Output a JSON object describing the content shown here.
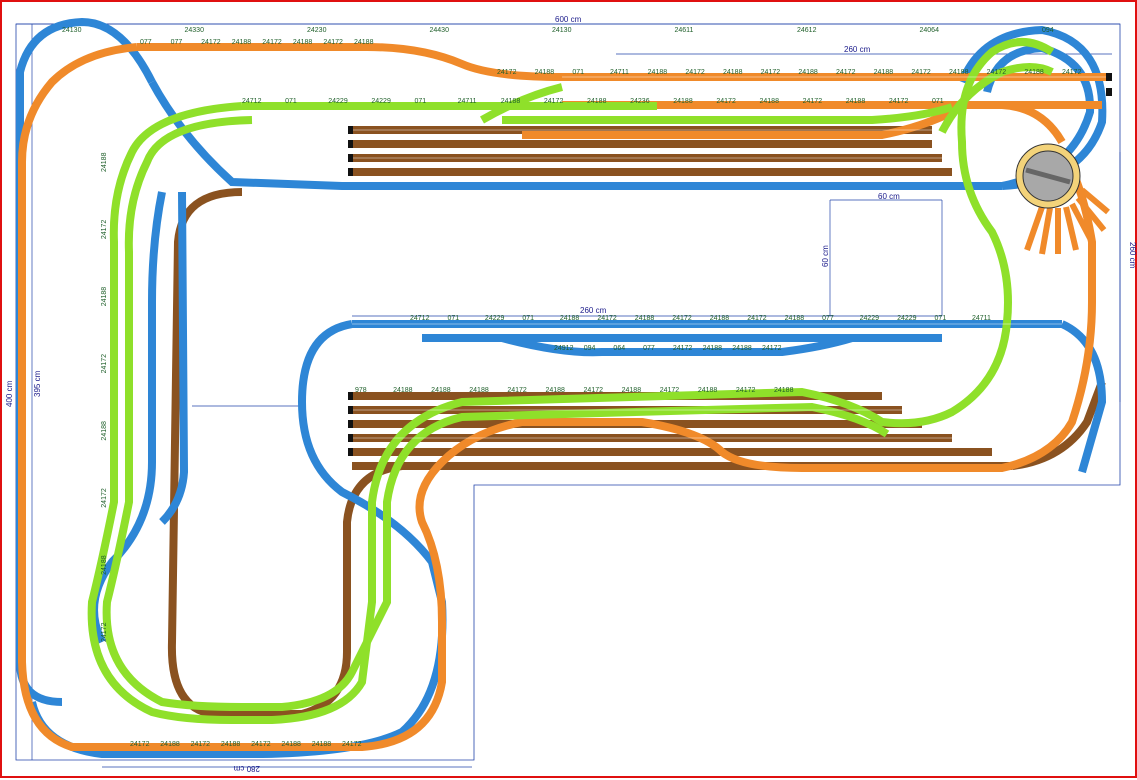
{
  "layout": {
    "dimensions": {
      "width_top": "600 cm",
      "upper_yard": "260 cm",
      "middle_yard": "260 cm",
      "right_depth": "260 cm",
      "left_height": "400 cm",
      "left_inner": "395 cm",
      "bottom_width": "280 cm",
      "notch_width": "60 cm",
      "notch_height": "60 cm"
    },
    "colors": {
      "blue_track": "#2e86d6",
      "orange_track": "#f08a2a",
      "green_track": "#8fe02a",
      "brown_track": "#8a5220",
      "frame": "#e01010",
      "dimension": "#1a1a8a",
      "label": "#1f5f2a"
    },
    "labels": {
      "top_row": [
        "24172",
        "24188",
        "071",
        "24711",
        "24188",
        "24172",
        "24188",
        "24172",
        "24188",
        "24172",
        "24188",
        "24172",
        "24188",
        "24172",
        "24188",
        "24172"
      ],
      "second_row": [
        "24712",
        "071",
        "24229",
        "24229",
        "071",
        "24711",
        "24188",
        "24172",
        "24188",
        "24236",
        "24188",
        "24172",
        "24188",
        "24172",
        "24188",
        "24172",
        "071"
      ],
      "upper_left_row": [
        "077",
        "077",
        "24172",
        "24188",
        "24172",
        "24188",
        "24172",
        "24188"
      ],
      "middle_row": [
        "24712",
        "071",
        "24229",
        "071",
        "24188",
        "24172",
        "24188",
        "24172",
        "24188",
        "24172",
        "24188",
        "077",
        "24229",
        "24229",
        "071",
        "24711"
      ],
      "middle_lower_row": [
        "24912",
        "094",
        "064",
        "077",
        "24172",
        "24188",
        "24188",
        "24172"
      ],
      "lower_yard_row": [
        "978",
        "24188",
        "24188",
        "24188",
        "24172",
        "24188",
        "24172",
        "24188",
        "24172",
        "24188",
        "24172",
        "24188"
      ],
      "bottom_row": [
        "24172",
        "24188",
        "24172",
        "24188",
        "24172",
        "24188",
        "24188",
        "24172"
      ],
      "left_column": [
        "24188",
        "24172",
        "24188",
        "24172",
        "24188",
        "24172",
        "24188",
        "24172"
      ],
      "misc": [
        "24130",
        "24330",
        "24230",
        "24430",
        "24130",
        "24611",
        "24612",
        "24064",
        "094"
      ]
    }
  }
}
